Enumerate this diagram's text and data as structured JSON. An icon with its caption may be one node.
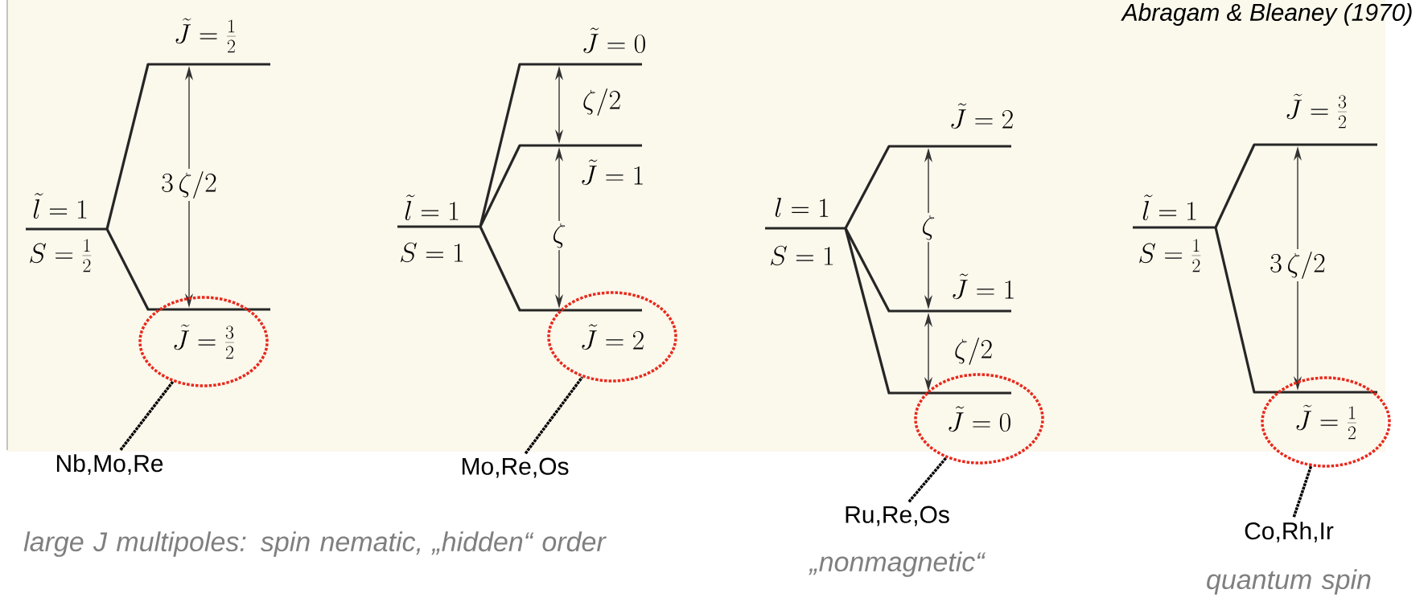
{
  "diagram": {
    "nodes": [
      {
        "text": [
          "\\tilde{J}=\\frac{3}{2}"
        ]
      },
      {
        "text": [
          "Nb,Mo,Re"
        ]
      },
      {
        "text": [
          "\\tilde{J}=2"
        ]
      },
      {
        "text": [
          "Mo,Re,Os"
        ]
      },
      {
        "text": [
          "\\tilde{J}=0"
        ]
      },
      {
        "text": [
          "Ru,Re,Os"
        ]
      },
      {
        "text": [
          "\\tilde{J}=\\frac{1}{2}"
        ]
      },
      {
        "text": [
          "Co,Rh,Ir"
        ]
      }
    ],
    "edges": [
      {
        "from": 1,
        "to": 0,
        "arrow": "none"
      },
      {
        "from": 3,
        "to": 2,
        "arrow": "none"
      },
      {
        "from": 5,
        "to": 4,
        "arrow": "none"
      },
      {
        "from": 7,
        "to": 6,
        "arrow": "none"
      }
    ],
    "labels": [
      "Abragam & Bleaney (1970)",
      "\\tilde{J}=\\frac{1}{2}",
      "\\tilde{l}=1",
      "S=\\frac{1}{2}",
      "3\\,\\zeta/2",
      "\\tilde{J}=0",
      "\\zeta/2",
      "\\tilde{J}=1",
      "\\tilde{l}=1",
      "S=1",
      "\\zeta",
      "\\tilde{J}=2",
      "l=1",
      "S=1",
      "\\zeta",
      "\\tilde{J}=1",
      "\\zeta/2",
      "\\tilde{J}=\\frac{3}{2}",
      "\\tilde{l}=1",
      "S=\\frac{1}{2}",
      "3\\,\\zeta/2",
      "large J multipoles: spin nematic, „hidden“ order",
      "„nonmagnetic“",
      "quantum spin"
    ]
  }
}
